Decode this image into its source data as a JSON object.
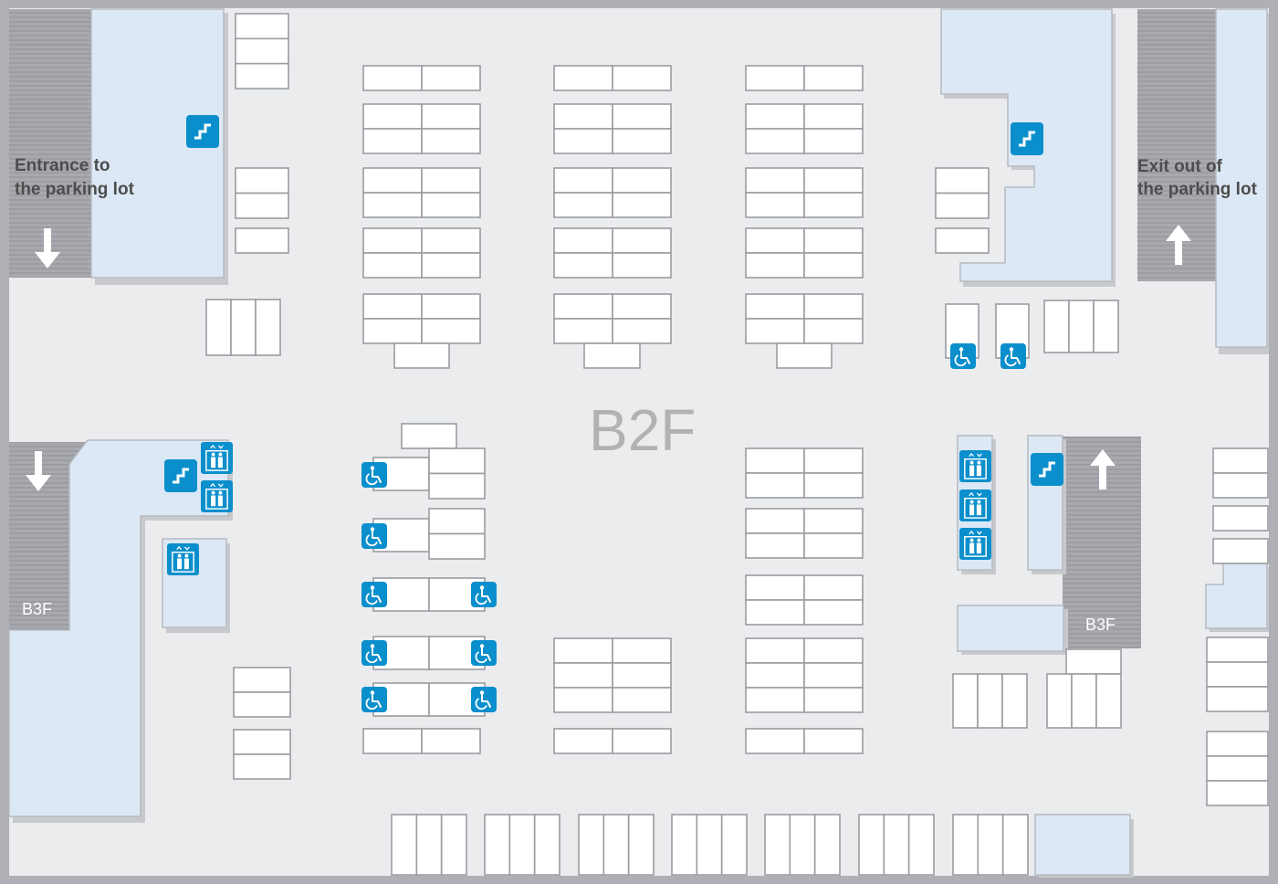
{
  "floor_label": "B2F",
  "entrance": {
    "line1": "Entrance to",
    "line2": "the parking lot"
  },
  "exit": {
    "line1": "Exit out of",
    "line2": "the parking lot"
  },
  "ramp_left_label": "B3F",
  "ramp_right_label": "B3F",
  "colors": {
    "background": "#ebecee",
    "border": "#aeb0b5",
    "building": "#dce8f5",
    "stall_fill": "#ffffff",
    "stall_stroke": "#9a9ca1",
    "ramp": "#a4a6ab",
    "icon_blue": "#0a8fcc"
  },
  "icons": [
    "stairs-icon",
    "elevator-icon",
    "wheelchair-icon",
    "arrow-down-icon",
    "arrow-up-icon"
  ]
}
